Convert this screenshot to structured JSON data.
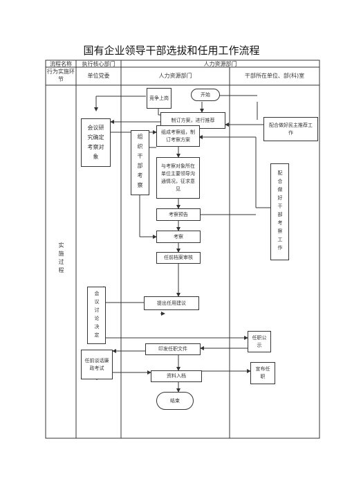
{
  "title": "国有企业领导干部选拔和任用工作流程",
  "header": {
    "process_name_label": "流程名称",
    "dept_exec": "执行核心部门",
    "dept_hr": "人力资源部门",
    "process_step_label": "行为实施环节",
    "col_party": "单位党委",
    "col_hr": "人力资源部门",
    "col_unit": "干部所在单位、部(科)室"
  },
  "stage_label": "实施过程",
  "nodes": {
    "compete": "竞争上岗",
    "start": "开始",
    "plan": "制订方案，进行推荐",
    "form_group": "组成考察组，制订考察方案",
    "party_decide": "会议研究确定考察对象",
    "org_inspect": "组织干部考察",
    "talk": "与考察对象所在单位主要领导沟通情况，征求意见",
    "cooperate_recommend": "配合做好民主推荐工作",
    "cooperate_inspect": "配合做好干部考察工作",
    "notice": "考察预告",
    "inspect": "考察",
    "archive_review": "任前档案审核",
    "propose": "提出任用建议",
    "meeting_decide": "会议讨论决定",
    "publicity": "任职公示",
    "issue_doc": "印发任职文件",
    "talk_integrity": "任前谈话廉政考试",
    "announce": "宣布任职",
    "filing": "资料入档",
    "end": "结束"
  }
}
